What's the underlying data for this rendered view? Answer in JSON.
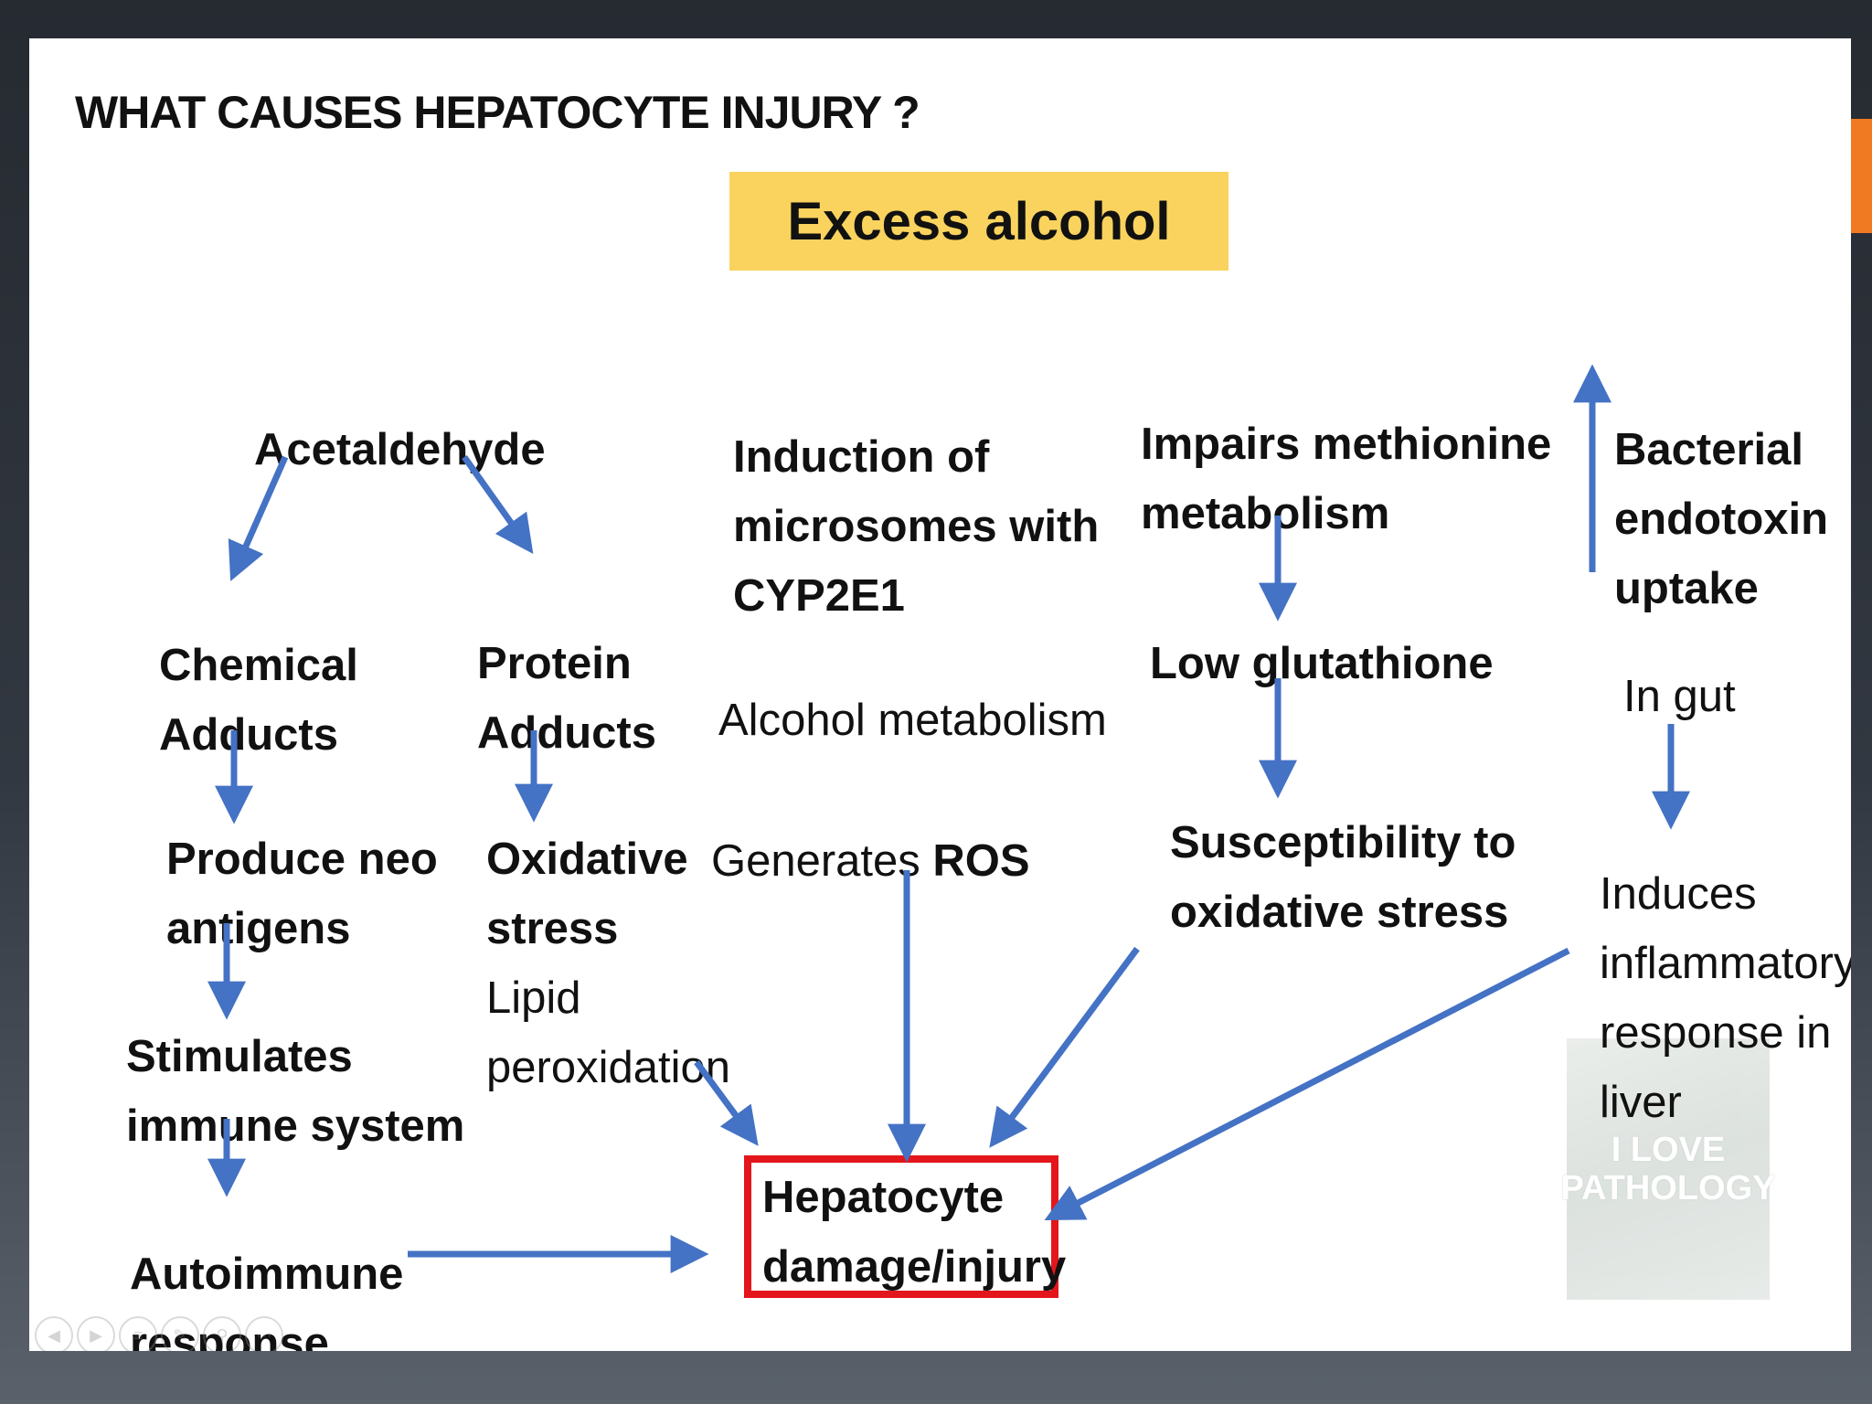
{
  "title": "WHAT CAUSES HEPATOCYTE INJURY ?",
  "top_box": "Excess alcohol",
  "columns": {
    "acetaldehyde": "Acetaldehyde",
    "chemical_adducts": "Chemical\nAdducts",
    "protein_adducts": "Protein\nAdducts",
    "produce_neo_antigens": "Produce neo\nantigens",
    "oxidative_stress": "Oxidative\nstress",
    "lipid_peroxidation": "Lipid\nperoxidation",
    "stimulates_immune": "Stimulates\nimmune system",
    "autoimmune": "Autoimmune\nresponse",
    "induction": "Induction of\nmicrosomes with\nCYP2E1",
    "alcohol_metabolism": "Alcohol metabolism",
    "generates_prefix": "Generates ",
    "generates_ros": "ROS",
    "impairs": "Impairs methionine\nmetabolism",
    "low_glutathione": "Low glutathione",
    "susceptibility": "Susceptibility to\noxidative stress",
    "bacterial": "Bacterial\nendotoxin\nuptake",
    "in_gut": "In gut",
    "induces": "Induces\ninflammatory\nresponse in\nliver"
  },
  "result_box": "Hepatocyte\ndamage/injury",
  "watermark": "I LOVE\nPATHOLOGY",
  "colors": {
    "arrow": "#4472c4",
    "highlight_box": "#f9d35e",
    "result_border": "#e3161b"
  }
}
